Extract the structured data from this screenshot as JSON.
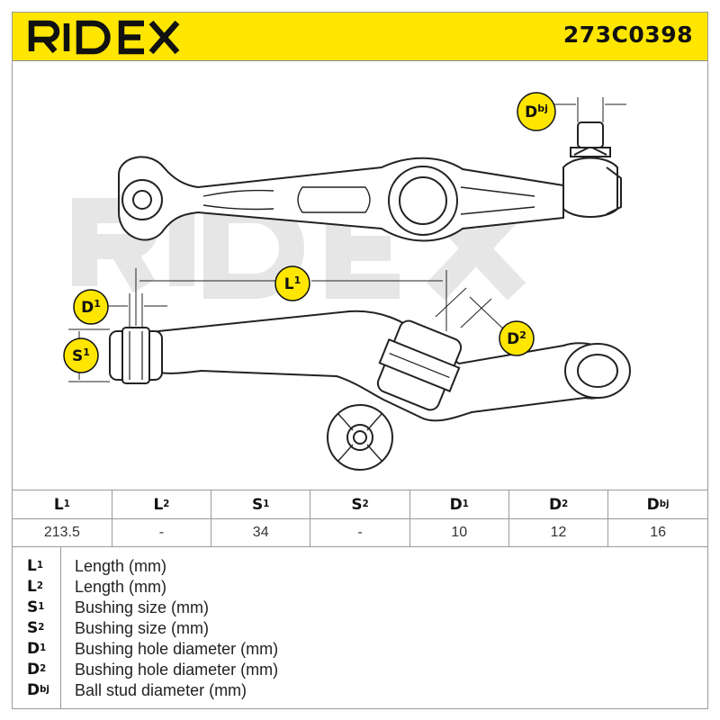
{
  "brand": {
    "name": "RIDEX",
    "yellow": "#ffe600"
  },
  "part_number": "273C0398",
  "watermark": "RIDEX",
  "dimension_markers": [
    {
      "id": "Dbj",
      "base": "D",
      "sup": "bj"
    },
    {
      "id": "L1",
      "base": "L",
      "sup": "1"
    },
    {
      "id": "D1",
      "base": "D",
      "sup": "1"
    },
    {
      "id": "S1",
      "base": "S",
      "sup": "1"
    },
    {
      "id": "D2",
      "base": "D",
      "sup": "2"
    }
  ],
  "spec_table": {
    "headers": [
      {
        "base": "L",
        "sup": "1"
      },
      {
        "base": "L",
        "sup": "2"
      },
      {
        "base": "S",
        "sup": "1"
      },
      {
        "base": "S",
        "sup": "2"
      },
      {
        "base": "D",
        "sup": "1"
      },
      {
        "base": "D",
        "sup": "2"
      },
      {
        "base": "D",
        "sup": "bj"
      }
    ],
    "values": [
      "213.5",
      "-",
      "34",
      "-",
      "10",
      "12",
      "16"
    ]
  },
  "legend": [
    {
      "base": "L",
      "sup": "1",
      "text": "Length (mm)"
    },
    {
      "base": "L",
      "sup": "2",
      "text": "Length (mm)"
    },
    {
      "base": "S",
      "sup": "1",
      "text": "Bushing size (mm)"
    },
    {
      "base": "S",
      "sup": "2",
      "text": "Bushing size (mm)"
    },
    {
      "base": "D",
      "sup": "1",
      "text": "Bushing hole diameter (mm)"
    },
    {
      "base": "D",
      "sup": "2",
      "text": "Bushing hole diameter (mm)"
    },
    {
      "base": "D",
      "sup": "bj",
      "text": "Ball stud diameter (mm)"
    }
  ]
}
